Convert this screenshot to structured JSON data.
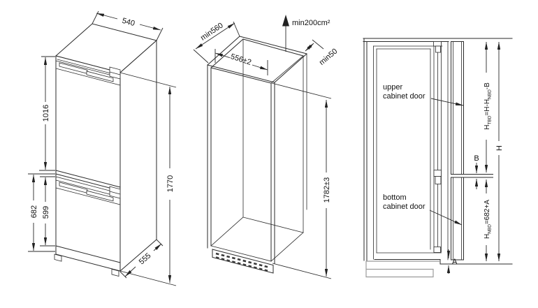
{
  "colors": {
    "line": "#2a2a2a",
    "light_line": "#9b9b9b",
    "text": "#111111",
    "background": "#ffffff"
  },
  "drawings": {
    "fridge": {
      "dims": {
        "width": "540",
        "upper_door_height": "1016",
        "lower_section_height": "682",
        "lower_door_height": "599",
        "total_height": "1770",
        "depth": "555"
      }
    },
    "niche": {
      "dims": {
        "min_depth": "min560",
        "inner_width": "556±2",
        "rear_clearance": "min50",
        "vent_area": "min200cm²",
        "inner_height": "1782±3"
      }
    },
    "doors": {
      "labels": {
        "upper_door": "upper cabinet door",
        "bottom_door": "bottom cabinet door"
      },
      "dims": {
        "total_height": "H",
        "door_gap": "B",
        "bottom_gap": "A",
        "upper_formula": {
          "h": "H",
          "sub1": "TBD",
          "mid": "=H-H",
          "sub2": "NBD",
          "tail": "-B"
        },
        "lower_formula": {
          "h": "H",
          "sub1": "NBD",
          "tail": "=682+A"
        }
      }
    }
  }
}
